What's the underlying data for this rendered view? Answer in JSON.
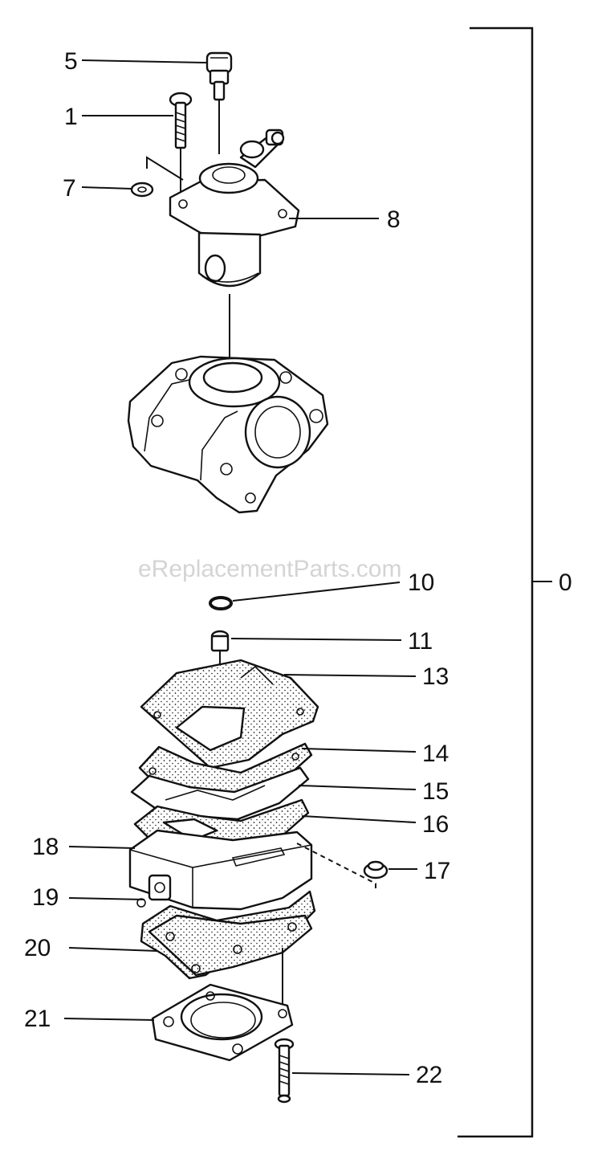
{
  "watermark": "eReplacementParts.com",
  "callouts": {
    "p0": "0",
    "p1": "1",
    "p5": "5",
    "p7": "7",
    "p8": "8",
    "p10": "10",
    "p11": "11",
    "p13": "13",
    "p14": "14",
    "p15": "15",
    "p16": "16",
    "p17": "17",
    "p18": "18",
    "p19": "19",
    "p20": "20",
    "p21": "21",
    "p22": "22"
  }
}
